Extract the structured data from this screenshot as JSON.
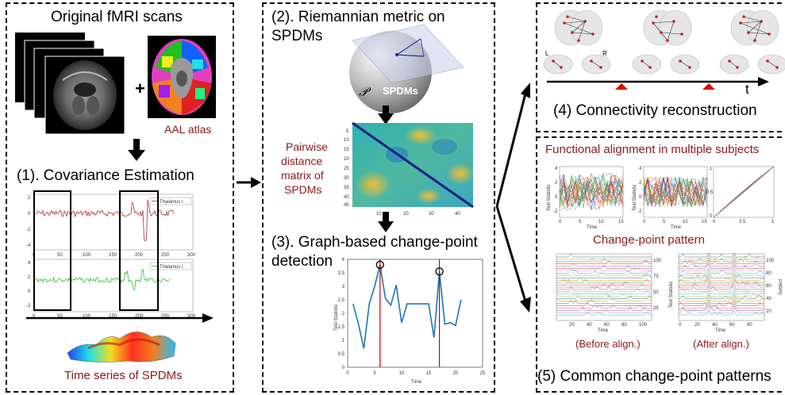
{
  "panel1": {
    "title": "Original fMRI scans",
    "atlas_label": "AAL atlas",
    "step_title": "(1). Covariance Estimation",
    "legend_top": "Thalamus r",
    "legend_bottom": "Thalamus l",
    "footer": "Time series of SPDMs",
    "yticks_top": [
      "2",
      "0",
      "-2",
      "-4"
    ],
    "yticks_bottom": [
      "4",
      "2",
      "0",
      "-2"
    ],
    "xticks": [
      "0",
      "50",
      "100",
      "150",
      "200",
      "250",
      "300"
    ]
  },
  "panel2": {
    "title_line1": "(2). Riemannian metric on",
    "title_line2": "SPDMs",
    "manifold_symbol": "𝒫",
    "manifold_label": "SPDMs",
    "matrix_label_lines": [
      "Pairwise",
      "distance",
      "matrix of",
      "SPDMs"
    ],
    "matrix_yticks": [
      "5",
      "10",
      "15",
      "20",
      "25",
      "30",
      "35",
      "40",
      "45"
    ],
    "matrix_xticks": [
      "10",
      "20",
      "30",
      "40"
    ],
    "step3_line1": "(3). Graph-based change-point",
    "step3_line2": "detection",
    "plot_ylabel": "Test Statistic",
    "plot_xlabel": "Time",
    "plot_yticks": [
      "4",
      "3.5",
      "3",
      "2.5",
      "2",
      "1.5",
      "1",
      "0.5",
      "0"
    ],
    "plot_xticks": [
      "0",
      "5",
      "10",
      "15",
      "20",
      "25"
    ]
  },
  "panel4": {
    "left_letter": "L",
    "right_letter": "R",
    "axis_label": "t",
    "caption": "(4) Connectivity reconstruction"
  },
  "panel5": {
    "title": "Functional alignment in multiple subjects",
    "subtitle": "Change-point pattern",
    "before": "(Before align.)",
    "after": "(After align.)",
    "caption": "(5) Common change-point patterns",
    "stat_label": "Test Statistic",
    "time_label": "Time",
    "subject_label": "Subject",
    "small_yticks": [
      "4",
      "2",
      "0",
      "-2"
    ],
    "small_xticks": [
      "0",
      "5",
      "10",
      "15"
    ],
    "warp_yticks": [
      "1",
      "0.5",
      "0"
    ],
    "warp_xticks": [
      "0",
      "0.5",
      "1"
    ],
    "raster_yticks": [
      "100",
      "75",
      "50",
      "25"
    ],
    "raster_yticks2": [
      "100",
      "80",
      "60",
      "40",
      "20"
    ],
    "raster_xticks": [
      "20",
      "40",
      "60",
      "80",
      "100"
    ],
    "raster_xticks2": [
      "0",
      "20",
      "40",
      "60",
      "80"
    ]
  },
  "chart_data": {
    "type": "line",
    "x": [
      1,
      2,
      3,
      4,
      5,
      6,
      7,
      8,
      9,
      10,
      11,
      12,
      13,
      14,
      15,
      16,
      17,
      18,
      19,
      20,
      21
    ],
    "series": [
      {
        "values": [
          2.35,
          1.6,
          0.7,
          2.35,
          3.0,
          3.8,
          2.55,
          2.3,
          3.05,
          1.65,
          2.35,
          2.35,
          2.35,
          2.35,
          2.35,
          1.1,
          3.55,
          1.6,
          1.65,
          1.55,
          2.5
        ]
      }
    ],
    "change_points": [
      6,
      17
    ],
    "xlabel": "Time",
    "ylabel": "Test Statistic",
    "xlim": [
      0,
      25
    ],
    "ylim": [
      0,
      4
    ]
  }
}
